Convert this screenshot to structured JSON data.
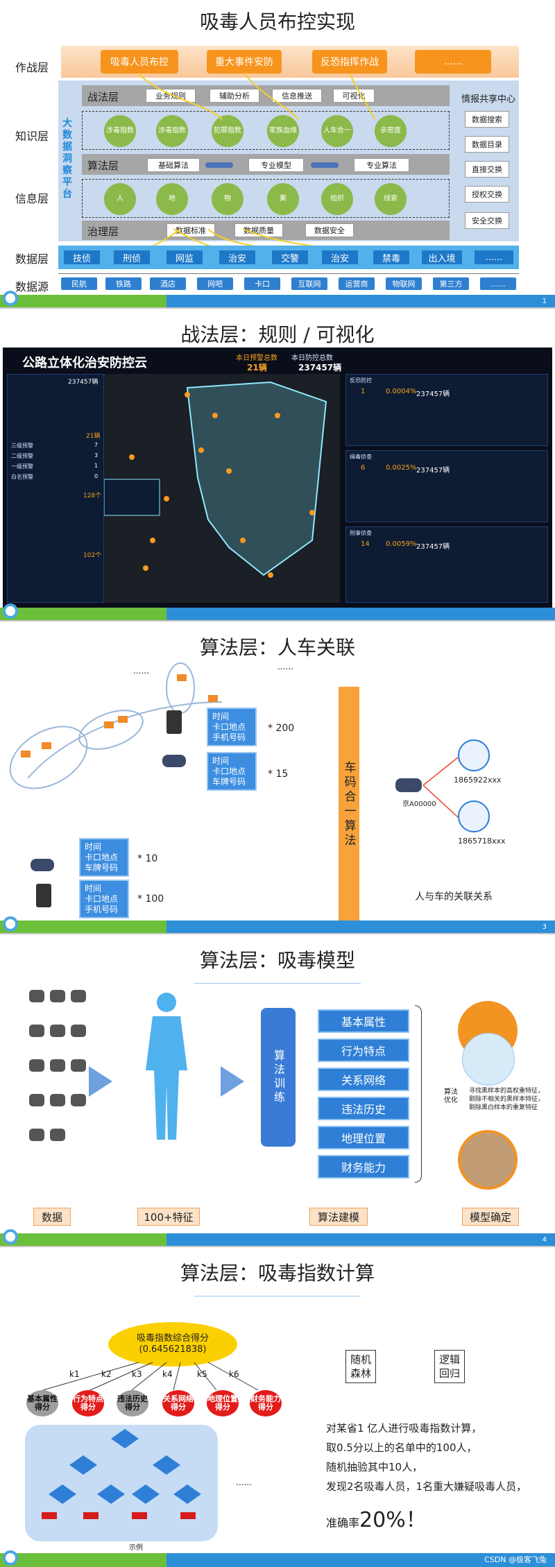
{
  "slide1": {
    "title": "吸毒人员布控实现",
    "page": "1",
    "layers": {
      "war": "作战层",
      "knowledge": "知识层",
      "info": "信息层",
      "data": "数据层",
      "source": "数据源"
    },
    "war_buttons": [
      "吸毒人员布控",
      "重大事件安防",
      "反恐指挥作战",
      "......"
    ],
    "platform_label": "大数据洞察平台",
    "tactic_layer": "战法层",
    "tactic_items": [
      "业务规则",
      "辅助分析",
      "信息推送",
      "可视化"
    ],
    "knowledge_circles": [
      "涉毒指数",
      "涉毒指数",
      "犯罪指数",
      "家族血缘",
      "人车合一",
      "亲密度"
    ],
    "algo_layer": "算法层",
    "algo_items": [
      "基础算法",
      "专业模型",
      "专业算法"
    ],
    "info_circles": [
      "人",
      "地",
      "物",
      "案",
      "组织",
      "线索"
    ],
    "gov_layer": "治理层",
    "gov_items": [
      "数据标准",
      "数据质量",
      "数据安全"
    ],
    "share_title": "情报共享中心",
    "share_items": [
      "数据搜索",
      "数据目录",
      "直接交换",
      "授权交换",
      "安全交换"
    ],
    "data_items": [
      "技侦",
      "刑侦",
      "网监",
      "治安",
      "交警",
      "治安",
      "禁毒",
      "出入境",
      "......"
    ],
    "source_items": [
      "民航",
      "铁路",
      "酒店",
      "网吧",
      "卡口",
      "互联网",
      "运营商",
      "物联网",
      "第三方",
      "......"
    ]
  },
  "slide2": {
    "title": "战法层：规则 / 可视化",
    "dash_title": "公路立体化治安防控云",
    "stat1_label": "本日预警总数",
    "stat1_value": "21辆",
    "stat2_label": "本日防控总数",
    "stat2_value": "237457辆",
    "left_total": "237457辆",
    "left_count1": "21辆",
    "left_count2": "128个",
    "left_count3": "102个",
    "left_rows": [
      "三级预警",
      "二级预警",
      "一级预警",
      "白名预警"
    ],
    "left_nums": [
      "7",
      "3",
      "1",
      "0"
    ],
    "right_panels": [
      {
        "head": "反恐防控",
        "num": "1",
        "pct": "0.0004%",
        "total": "237457辆"
      },
      {
        "head": "缉毒侦查",
        "num": "6",
        "pct": "0.0025%",
        "total": "237457辆"
      },
      {
        "head": "刑事侦查",
        "num": "14",
        "pct": "0.0059%",
        "total": "237457辆"
      }
    ]
  },
  "slide3": {
    "title": "算法层：人车关联",
    "dots1": "......",
    "dots2": "......",
    "box_a": [
      "时间",
      "卡口地点",
      "手机号码"
    ],
    "box_a_mult": "* 200",
    "box_b": [
      "时间",
      "卡口地点",
      "车牌号码"
    ],
    "box_b_mult": "* 15",
    "box_c": [
      "时间",
      "卡口地点",
      "车牌号码"
    ],
    "box_c_mult": "* 10",
    "box_d": [
      "时间",
      "卡口地点",
      "手机号码"
    ],
    "box_d_mult": "* 100",
    "algo_bar": "车码合一算法",
    "car_id": "京A00000",
    "phone1": "1865922xxx",
    "phone2": "1865718xxx",
    "caption": "人与车的关联关系",
    "page": "3"
  },
  "slide4": {
    "title": "算法层：吸毒模型",
    "train_label": "算法训练",
    "features": [
      "基本属性",
      "行为特点",
      "关系网络",
      "违法历史",
      "地理位置",
      "财务能力"
    ],
    "optimize": "算法优化",
    "optimize_text": "寻找黑样本的高权重特征，剔除不相关的黑样本特征，剔除黑白样本的重复特征",
    "stages": [
      "数据",
      "100+特征",
      "算法建模",
      "模型确定"
    ],
    "page": "4"
  },
  "slide5": {
    "title": "算法层：吸毒指数计算",
    "score_title": "吸毒指数综合得分",
    "score_value": "(0.645621838)",
    "weights": [
      "k1",
      "k2",
      "k3",
      "k4",
      "k5",
      "k6"
    ],
    "circles": [
      "基本属性得分",
      "行为特点得分",
      "违法历史得分",
      "关系网络得分",
      "地理位置得分",
      "财务能力得分"
    ],
    "dots": "......",
    "example": "示例",
    "method1": "随机森林",
    "method2": "逻辑回归",
    "text_lines": [
      "对某省1 亿人进行吸毒指数计算，",
      "取0.5分以上的名单中的100人，",
      "随机抽验其中10人，",
      "发现2名吸毒人员，1名重大嫌疑吸毒人员，"
    ],
    "accuracy_prefix": "准确率",
    "accuracy_value": "20%！",
    "watermark": "CSDN @极客飞兔"
  }
}
